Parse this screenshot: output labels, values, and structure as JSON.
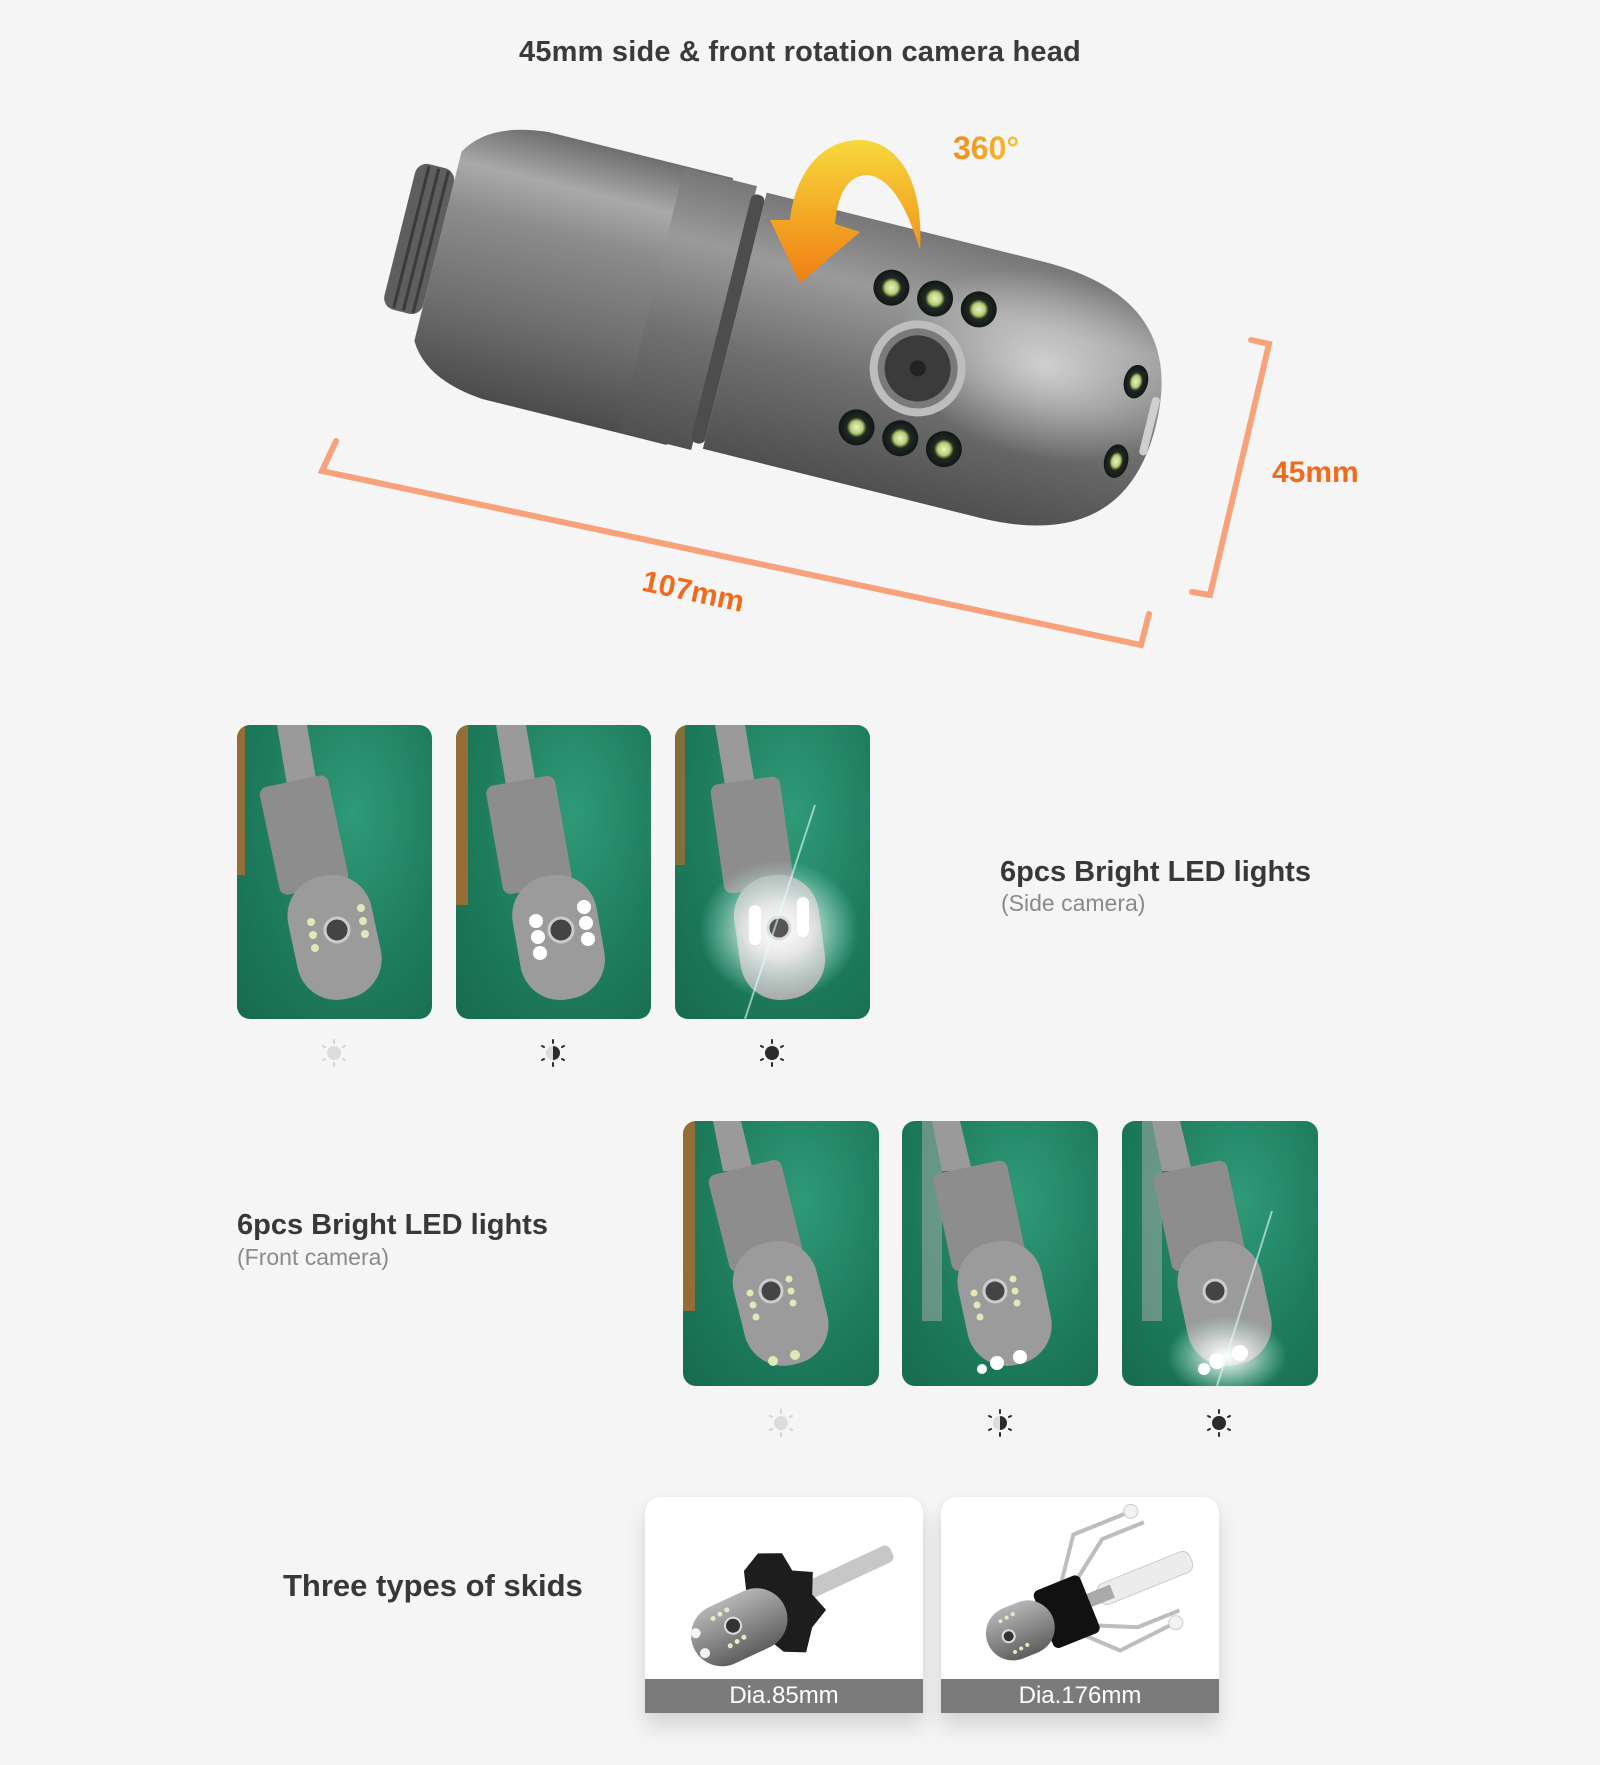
{
  "header": {
    "title": "45mm side & front rotation camera head"
  },
  "hero": {
    "rotation_label": "360°",
    "diameter_label": "45mm",
    "length_label": "107mm",
    "accent_color": "#f26a1b",
    "dimension_line_color": "#f7a27a",
    "arrow_gradient": [
      "#f6d23a",
      "#f07d12"
    ]
  },
  "side_camera": {
    "title": "6pcs Bright LED lights",
    "subtitle": "(Side camera)",
    "photos": [
      {
        "brightness": "off",
        "icon": "sun-off-icon"
      },
      {
        "brightness": "medium",
        "icon": "sun-half-icon"
      },
      {
        "brightness": "high",
        "icon": "sun-full-icon"
      }
    ]
  },
  "front_camera": {
    "title": "6pcs Bright LED lights",
    "subtitle": "(Front camera)",
    "photos": [
      {
        "brightness": "off",
        "icon": "sun-off-icon"
      },
      {
        "brightness": "medium",
        "icon": "sun-half-icon"
      },
      {
        "brightness": "high",
        "icon": "sun-full-icon"
      }
    ]
  },
  "skids": {
    "title": "Three types of skids",
    "items": [
      {
        "caption": "Dia.85mm"
      },
      {
        "caption": "Dia.176mm"
      }
    ],
    "caption_bg": "#7b7b7b"
  },
  "colors": {
    "background": "#f5f5f5",
    "photo_green": "#1e7c5d",
    "text_dark": "#383838",
    "text_muted": "#8a8a8a"
  }
}
